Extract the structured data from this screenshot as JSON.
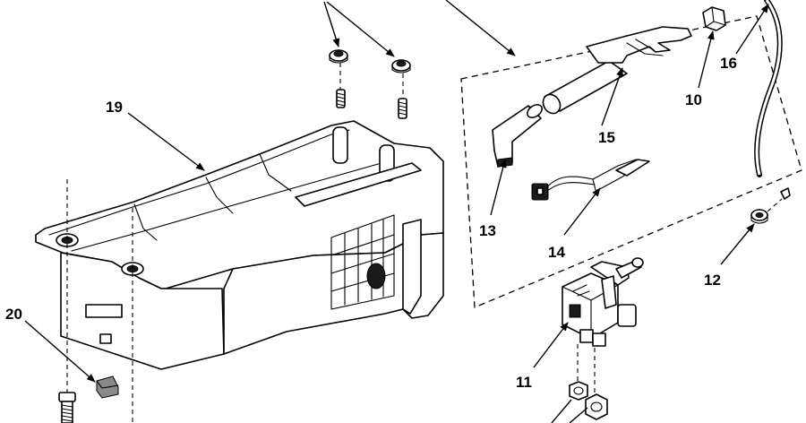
{
  "callouts": {
    "c19": "19",
    "c20": "20",
    "c13": "13",
    "c14": "14",
    "c15": "15",
    "c10": "10",
    "c16": "16",
    "c12": "12",
    "c11": "11"
  },
  "colors": {
    "line": "#000000",
    "background": "#ffffff",
    "shade": "#8a8a8a"
  }
}
